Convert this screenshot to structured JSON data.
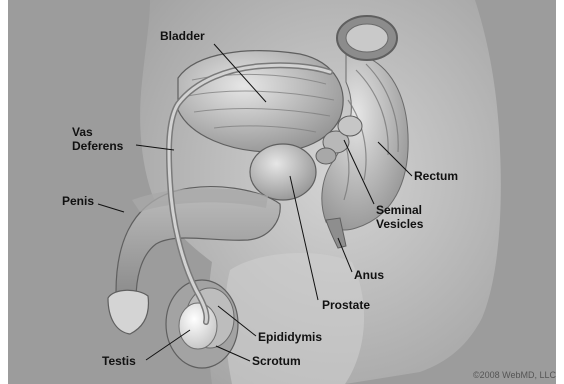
{
  "diagram": {
    "labels": {
      "bladder": "Bladder",
      "vas_deferens_line1": "Vas",
      "vas_deferens_line2": "Deferens",
      "penis": "Penis",
      "rectum": "Rectum",
      "seminal_vesicles_line1": "Seminal",
      "seminal_vesicles_line2": "Vesicles",
      "anus": "Anus",
      "prostate": "Prostate",
      "epididymis": "Epididymis",
      "testis": "Testis",
      "scrotum": "Scrotum"
    },
    "copyright": "©2008 WebMD, LLC"
  }
}
